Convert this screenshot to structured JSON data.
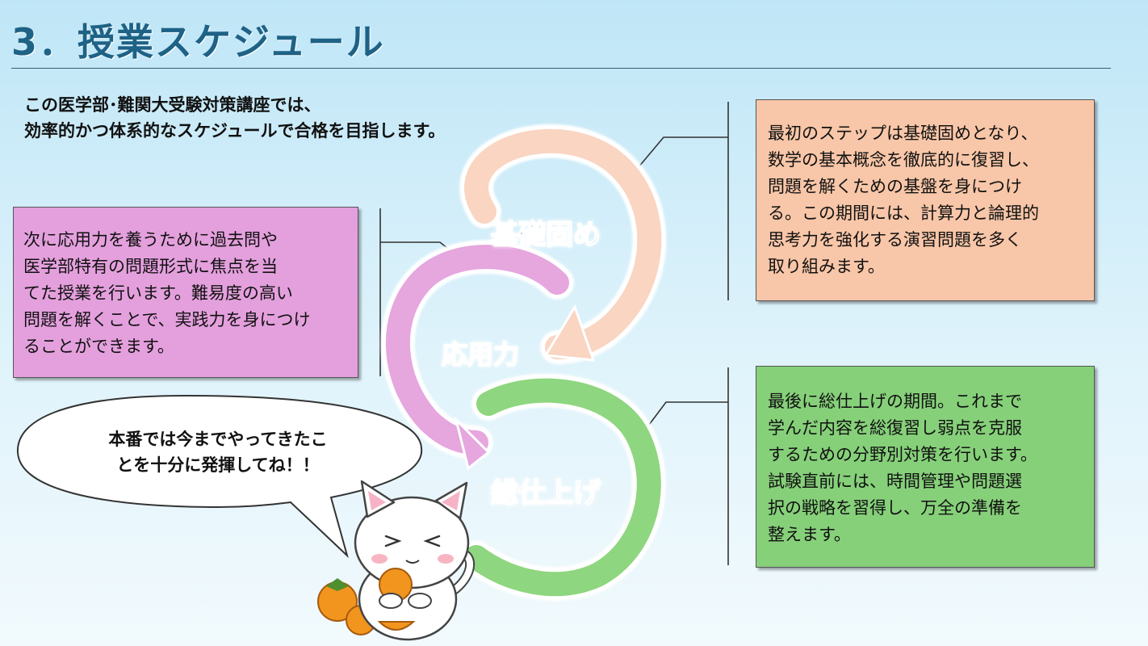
{
  "title": "3．授業スケジュール",
  "intro": {
    "line1": "この医学部･難関大受験対策講座では、",
    "line2": "効率的かつ体系的なスケジュールで合格を目指します。"
  },
  "steps": {
    "kiso": {
      "label": "基礎固め",
      "color": "#f8c6a8",
      "lines": [
        "最初のステップは基礎固めとなり、",
        "数学の基本概念を徹底的に復習し、",
        "問題を解くための基盤を身につけ",
        "る。この期間には、計算力と論理的",
        "思考力を強化する演習問題を多く",
        "取り組みます。"
      ]
    },
    "oyo": {
      "label": "応用力",
      "color": "#e4a0dd",
      "lines": [
        "次に応用力を養うために過去問や",
        "医学部特有の問題形式に焦点を当",
        "てた授業を行います。難易度の高い",
        "問題を解くことで、実践力を身につけ",
        "ることができます。"
      ]
    },
    "sou": {
      "label": "総仕上げ",
      "color": "#86d07a",
      "lines": [
        "最後に総仕上げの期間。これまで",
        "学んだ内容を総復習し弱点を克服",
        "するための分野別対策を行います。",
        "試験直前には、時間管理や問題選",
        "択の戦略を習得し、万全の準備を",
        "整えます。"
      ]
    }
  },
  "bubble": {
    "line1": "本番では今までやってきたこ",
    "line2": "とを十分に発揮してね！！"
  },
  "accent_color": "#1e6286"
}
